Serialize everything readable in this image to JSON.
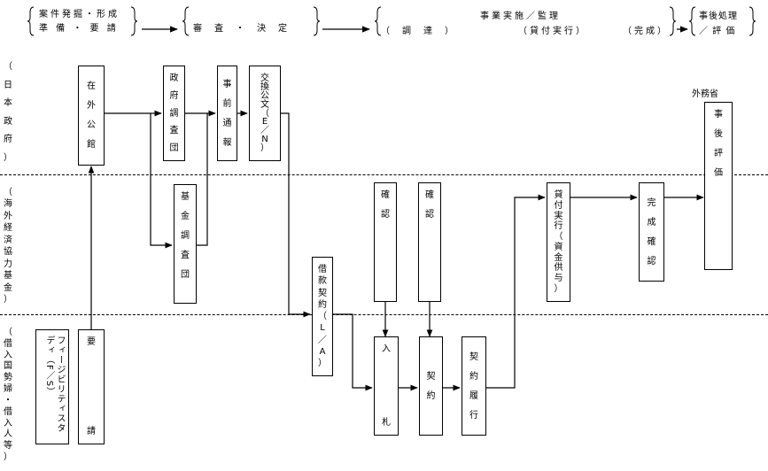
{
  "header": {
    "stage1_line1": "案件発掘・形成",
    "stage1_line2": "準 備 ・ 要 請",
    "stage2": "審　査　・　決　定",
    "stage3_title": "事業実施／監理",
    "stage3_sub1": "（　調　達　）",
    "stage3_sub2": "（貸付実行）",
    "stage3_sub3": "（完成）",
    "stage4_line1": "事後処理",
    "stage4_line2": "／ 評 価"
  },
  "rows": {
    "row1": "（日本政府）",
    "row2": "（海外経済協力基金）",
    "row3": "（借入国勢婦・借入人等）"
  },
  "ministry_label": "外務省",
  "boxes": {
    "zaigai": "在外公館",
    "seifu": "政府調査団",
    "jizen": "事前通報",
    "kokan": "交換公文（E／N）",
    "kikin": "基金調査団",
    "shakkan": "借款契約（L／A）",
    "kakunin1": "確認",
    "kakunin2": "確認",
    "kashitsuke": "貸付実行（資金供与）",
    "kansei": "完成確認",
    "jigo": "事後評価",
    "fs": "フィージビリティスタディ（F／S）",
    "yousei": "要請",
    "nyusatsu": "入札",
    "keiyaku": "契約",
    "rikou": "契約履行"
  }
}
